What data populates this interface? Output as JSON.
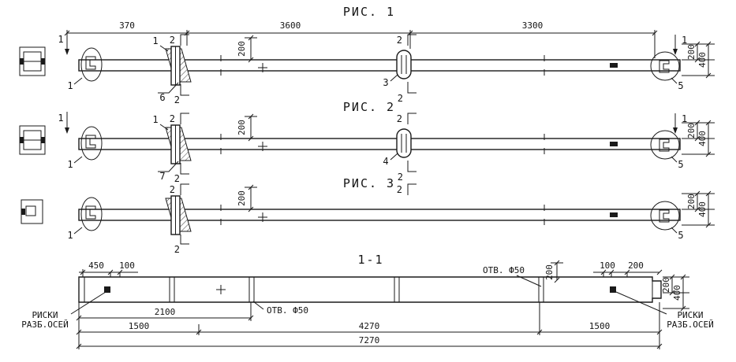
{
  "colors": {
    "ink": "#1a1a1a",
    "paper": "#ffffff"
  },
  "fig1": {
    "title": "РИС. 1",
    "dim_370": "370",
    "dim_3600": "3600",
    "dim_3300": "3300",
    "dim_200_mid": "200",
    "dim_200_right": "200",
    "dim_400_right": "400",
    "cut_1_left": "1",
    "cut_1_right": "1",
    "cut_2": "2",
    "balloon_1": "1",
    "label_1": "1",
    "label_3": "3",
    "balloon_5": "5",
    "label_6": "6"
  },
  "fig2": {
    "title": "РИС. 2",
    "dim_200_mid": "200",
    "dim_200_right": "200",
    "dim_400_right": "400",
    "cut_1_left": "1",
    "cut_1_right": "1",
    "cut_2": "2",
    "balloon_1": "1",
    "label_1": "1",
    "label_4": "4",
    "balloon_5": "5",
    "label_7": "7"
  },
  "fig3": {
    "title": "РИС. 3",
    "dim_200_mid": "200",
    "dim_200_right": "200",
    "dim_400_right": "400",
    "cut_2": "2",
    "balloon_1": "1",
    "balloon_5": "5"
  },
  "section": {
    "title": "1-1",
    "dim_450": "450",
    "dim_100_left": "100",
    "dim_100_right": "100",
    "dim_200_right": "200",
    "dim_200_hole": "200",
    "dim_200_end": "200",
    "dim_400_end": "400",
    "dim_2100": "2100",
    "dim_1500_left": "1500",
    "dim_4270": "4270",
    "dim_1500_right": "1500",
    "dim_7270": "7270",
    "hole_label_top": "ОТВ. Ф50",
    "hole_label_bottom": "ОТВ. Ф50",
    "riski_line1": "РИСКИ",
    "riski_line2": "РАЗБ.ОСЕЙ"
  }
}
